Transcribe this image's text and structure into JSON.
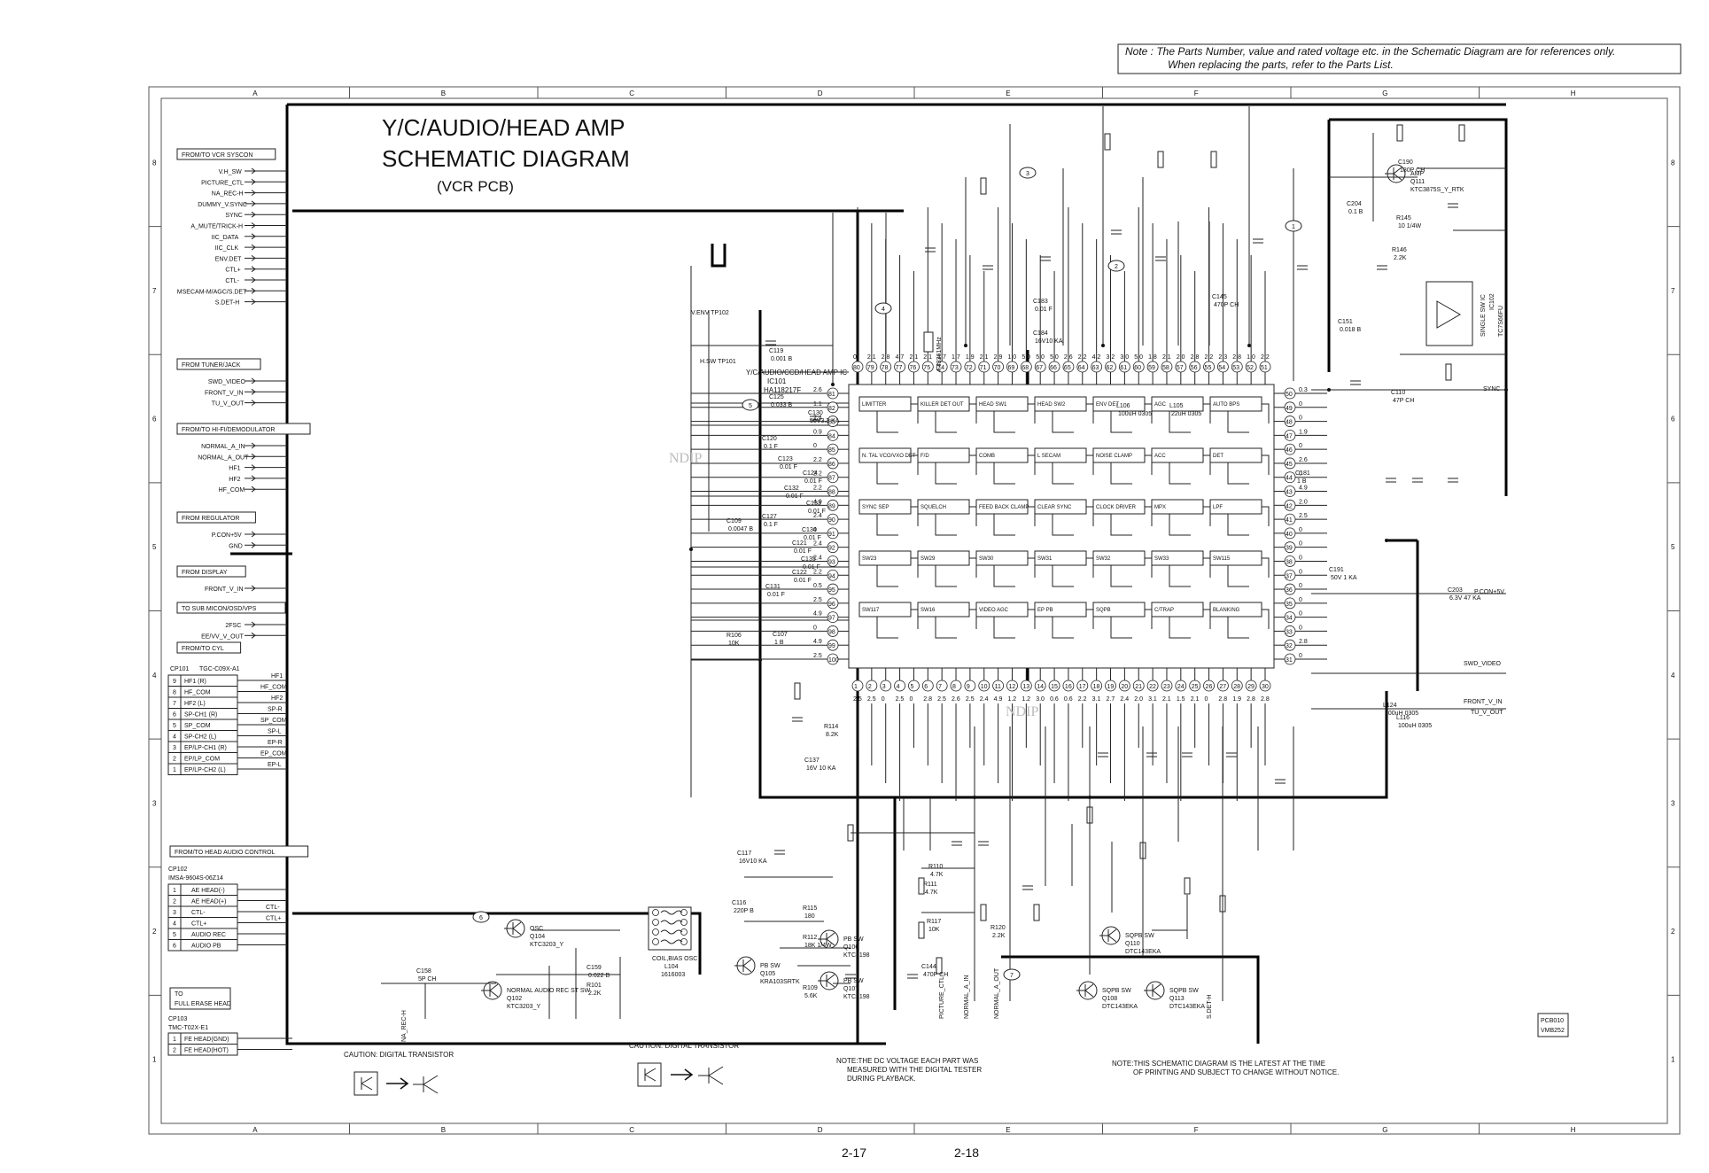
{
  "note": {
    "line1": "Note :   The Parts Number, value and rated voltage etc. in the Schematic Diagram are for references only.",
    "line2": "When replacing the parts, refer to the Parts List."
  },
  "title": {
    "main1": "Y/C/AUDIO/HEAD AMP",
    "main2": "SCHEMATIC DIAGRAM",
    "sub": "(VCR PCB)"
  },
  "grid": {
    "cols": [
      "A",
      "B",
      "C",
      "D",
      "E",
      "F",
      "G",
      "H"
    ],
    "rows": [
      "8",
      "7",
      "6",
      "5",
      "4",
      "3",
      "2",
      "1"
    ]
  },
  "connectors": [
    {
      "header": "FROM/TO VCR SYSCON",
      "signals": [
        "V.H_SW",
        "PICTURE_CTL",
        "NA_REC-H",
        "DUMMY_V.SYNC",
        "SYNC",
        "A_MUTE/TRICK-H",
        "IIC_DATA",
        "IIC_CLK",
        "ENV.DET",
        "CTL+",
        "CTL-",
        "MSECAM-M/AGC/S.DET",
        "S.DET-H"
      ]
    },
    {
      "header": "FROM TUNER/JACK",
      "signals": [
        "SWD_VIDEO",
        "FRONT_V_IN",
        "TU_V_OUT"
      ]
    },
    {
      "header": "FROM/TO HI-FI/DEMODULATOR",
      "signals": [
        "NORMAL_A_IN",
        "NORMAL_A_OUT",
        "HF1",
        "HF2",
        "HF_COM"
      ]
    },
    {
      "header": "FROM REGULATOR",
      "signals": [
        "P.CON+5V",
        "GND"
      ]
    },
    {
      "header": "FROM DISPLAY",
      "signals": [
        "FRONT_V_IN"
      ]
    },
    {
      "header": "TO SUB MICON/OSD/VPS",
      "signals": [
        "2FSC",
        "EE/VV_V_OUT"
      ]
    },
    {
      "header": "FROM/TO CYL",
      "signals": []
    }
  ],
  "cp101": {
    "name": "CP101",
    "part": "TGC-C09X-A1",
    "rows": [
      {
        "n": "9",
        "label": "HF1 (R)",
        "sig": "HF1"
      },
      {
        "n": "8",
        "label": "HF_COM",
        "sig": "HF_COM"
      },
      {
        "n": "7",
        "label": "HF2 (L)",
        "sig": "HF2"
      },
      {
        "n": "6",
        "label": "SP-CH1 (R)",
        "sig": "SP-R"
      },
      {
        "n": "5",
        "label": "SP_COM",
        "sig": "SP_COM"
      },
      {
        "n": "4",
        "label": "SP-CH2 (L)",
        "sig": "SP-L"
      },
      {
        "n": "3",
        "label": "EP/LP-CH1 (R)",
        "sig": "EP-R"
      },
      {
        "n": "2",
        "label": "EP/LP_COM",
        "sig": "EP_COM"
      },
      {
        "n": "1",
        "label": "EP/LP-CH2 (L)",
        "sig": "EP-L"
      }
    ]
  },
  "cp102": {
    "header": "FROM/TO HEAD AUDIO CONTROL",
    "name": "CP102",
    "part": "IMSA-9604S-06Z14",
    "rows": [
      {
        "n": "1",
        "label": "AE HEAD(-)"
      },
      {
        "n": "2",
        "label": "AE HEAD(+)"
      },
      {
        "n": "3",
        "label": "CTL-",
        "sig": "CTL-"
      },
      {
        "n": "4",
        "label": "CTL+",
        "sig": "CTL+"
      },
      {
        "n": "5",
        "label": "AUDIO REC"
      },
      {
        "n": "6",
        "label": "AUDIO PB"
      }
    ]
  },
  "cp103": {
    "header1": "TO",
    "header2": "FULL ERASE HEAD",
    "name": "CP103",
    "part": "TMC-T02X-E1",
    "rows": [
      {
        "n": "1",
        "label": "FE HEAD(GND)"
      },
      {
        "n": "2",
        "label": "FE HEAD(HOT)"
      }
    ]
  },
  "ic101": {
    "l1": "Y/C/AUDIO/CCD/HEAD AMP IC",
    "l2": "IC101",
    "l3": "HA118217F"
  },
  "ic_blocks": [
    "LIMITTER",
    "KILLER DET OUT",
    "HEAD SW1",
    "HEAD SW2",
    "ENV DET",
    "AGC",
    "AUTO BPS",
    "N. TAL VCO/VXO DET",
    "F/D",
    "COMB",
    "L SECAM",
    "NOISE CLAMP",
    "ACC",
    "DET",
    "SYNC SEP",
    "SQUELCH",
    "FEED BACK CLAMP",
    "CLEAR SYNC",
    "CLOCK DRIVER",
    "MPX",
    "LPF",
    "SW23",
    "SW29",
    "SW30",
    "SW31",
    "SW32",
    "SW33",
    "SW115",
    "SW117",
    "SW16",
    "VIDEO AGC",
    "EP PB",
    "SQPB",
    "C/TRAP",
    "BLANKING"
  ],
  "parts": [
    {
      "ref": "C119",
      "val": "0.001 B"
    },
    {
      "ref": "C125",
      "val": "0.033 B"
    },
    {
      "ref": "C130",
      "val": "50V3.3 KA"
    },
    {
      "ref": "C120",
      "val": "0.1 F"
    },
    {
      "ref": "C123",
      "val": "0.01 F"
    },
    {
      "ref": "C124",
      "val": "0.01 F"
    },
    {
      "ref": "C132",
      "val": "0.01 F"
    },
    {
      "ref": "C127",
      "val": "0.1 F"
    },
    {
      "ref": "C133",
      "val": "0.01 F"
    },
    {
      "ref": "C134",
      "val": "0.01 F"
    },
    {
      "ref": "C121",
      "val": "0.01 F"
    },
    {
      "ref": "C135",
      "val": "0.01 F"
    },
    {
      "ref": "C122",
      "val": "0.01 F"
    },
    {
      "ref": "C131",
      "val": "0.01 F"
    },
    {
      "ref": "C107",
      "val": "1 B"
    },
    {
      "ref": "C117",
      "val": "16V10 KA"
    },
    {
      "ref": "C116",
      "val": "220P B"
    },
    {
      "ref": "C137",
      "val": "16V 10 KA"
    },
    {
      "ref": "R114",
      "val": "8.2K"
    },
    {
      "ref": "R115",
      "val": "180"
    },
    {
      "ref": "R112",
      "val": "18K 1/4W"
    },
    {
      "ref": "R109",
      "val": "5.6K"
    },
    {
      "ref": "R110",
      "val": "4.7K"
    },
    {
      "ref": "R111",
      "val": "4.7K"
    },
    {
      "ref": "R117",
      "val": "10K"
    },
    {
      "ref": "C144",
      "val": "470P CH"
    },
    {
      "ref": "R120",
      "val": "2.2K"
    },
    {
      "ref": "C145",
      "val": "470P CH"
    },
    {
      "ref": "C151",
      "val": "0.018 B"
    },
    {
      "ref": "C110",
      "val": "47P CH"
    },
    {
      "ref": "C190",
      "val": "180P CH"
    },
    {
      "ref": "R145",
      "val": "10 1/4W"
    },
    {
      "ref": "R146",
      "val": "2.2K"
    },
    {
      "ref": "C204",
      "val": "0.1 B"
    },
    {
      "ref": "C203",
      "val": "6.3V 47 KA"
    },
    {
      "ref": "L124",
      "val": "100uH 0305"
    },
    {
      "ref": "L116",
      "val": "100uH 0305"
    },
    {
      "ref": "C181",
      "val": "1 B"
    },
    {
      "ref": "C191",
      "val": "50V 1 KA"
    },
    {
      "ref": "C183",
      "val": "0.01 F"
    },
    {
      "ref": "C184",
      "val": "16V10 KA"
    },
    {
      "ref": "C158",
      "val": "5P CH"
    },
    {
      "ref": "C159",
      "val": "0.022 B"
    },
    {
      "ref": "R101",
      "val": "2.2K"
    },
    {
      "ref": "R106",
      "val": "10K"
    },
    {
      "ref": "C109",
      "val": "0.0047 B"
    },
    {
      "ref": "L106",
      "val": "100uH 0305"
    },
    {
      "ref": "L105",
      "val": "22uH 0305"
    }
  ],
  "transistors": [
    {
      "ref": "Q111",
      "l1": "AMP",
      "l2": "KTC3875S_Y_RTK"
    },
    {
      "ref": "Q104",
      "l1": "OSC",
      "l2": "KTC3203_Y"
    },
    {
      "ref": "Q102",
      "l1": "NORMAL AUDIO REC ST SW",
      "l2": "KTC3203_Y"
    },
    {
      "ref": "Q105",
      "l1": "PB SW",
      "l2": "KRA103SRTK"
    },
    {
      "ref": "Q106",
      "l1": "PB SW",
      "l2": "KTC3198"
    },
    {
      "ref": "Q107",
      "l1": "PB SW",
      "l2": "KTC3198"
    },
    {
      "ref": "Q110",
      "l1": "SQPB SW",
      "l2": "DTC143EKA"
    },
    {
      "ref": "Q108",
      "l1": "SQPB SW",
      "l2": "DTC143EKA"
    },
    {
      "ref": "Q113",
      "l1": "SQPB SW",
      "l2": "DTC143EKA"
    }
  ],
  "misc": {
    "ic102_l1": "SINGLE SW IC",
    "ic102_l2": "IC102",
    "ic102_l3": "TC7S66FU",
    "l104_l1": "COIL,BIAS OSC",
    "l104_l2": "L104",
    "l104_l3": "1616003",
    "x101": "4.43361MHz",
    "tp102": "V.ENV TP102",
    "tp101": "H.SW TP101",
    "ndip1": "NDIP",
    "ndip2": "NDIP",
    "sync": "SYNC",
    "swd_video": "SWD_VIDEO",
    "front_v_in": "FRONT_V_IN",
    "tu_v_out": "TU_V_OUT",
    "pcon": "P.CON+5V",
    "na_rec": "NA_REC-H",
    "picture_ctl": "PICTURE_CTL",
    "normal_a_in": "NORMAL_A_IN",
    "normal_a_out": "NORMAL_A_OUT",
    "s_det": "S.DET-H",
    "pcb1": "PCB010",
    "pcb2": "VMB252"
  },
  "cautions": [
    "CAUTION: DIGITAL TRANSISTOR",
    "CAUTION: DIGITAL TRANSISTOR"
  ],
  "note_dc": {
    "l1": "NOTE:THE DC VOLTAGE EACH PART WAS",
    "l2": "MEASURED WITH THE DIGITAL TESTER",
    "l3": "DURING PLAYBACK."
  },
  "note_latest": {
    "l1": "NOTE:THIS SCHEMATIC DIAGRAM IS THE LATEST AT THE TIME",
    "l2": "OF PRINTING AND SUBJECT TO CHANGE WITHOUT NOTICE."
  },
  "pages": [
    "2-17",
    "2-18"
  ],
  "markers": [
    "1",
    "2",
    "3",
    "4",
    "5",
    "6",
    "7"
  ],
  "ic_top_pins": [
    "80",
    "79",
    "78",
    "77",
    "76",
    "75",
    "74",
    "73",
    "72",
    "71",
    "70",
    "69",
    "68",
    "67",
    "66",
    "65",
    "64",
    "63",
    "62",
    "61",
    "60",
    "59",
    "58",
    "57",
    "56",
    "55",
    "54",
    "53",
    "52",
    "51"
  ],
  "ic_top_volts": [
    "0",
    "2.1",
    "2.8",
    "4.7",
    "2.1",
    "2.1",
    "1.7",
    "1.7",
    "1.9",
    "2.1",
    "2.9",
    "1.0",
    "5.0",
    "5.0",
    "5.0",
    "2.6",
    "2.2",
    "4.2",
    "3.2",
    "3.0",
    "5.0",
    "1.8",
    "2.1",
    "2.0",
    "2.8",
    "2.2",
    "2.3",
    "2.8",
    "1.0",
    "2.2"
  ],
  "ic_bottom_pins": [
    "1",
    "2",
    "3",
    "4",
    "5",
    "6",
    "7",
    "8",
    "9",
    "10",
    "11",
    "12",
    "13",
    "14",
    "15",
    "16",
    "17",
    "18",
    "19",
    "20",
    "21",
    "22",
    "23",
    "24",
    "25",
    "26",
    "27",
    "28",
    "29",
    "30"
  ],
  "ic_bottom_volts": [
    "2.5",
    "2.5",
    "0",
    "2.5",
    "0",
    "2.8",
    "2.5",
    "2.6",
    "2.5",
    "2.4",
    "4.9",
    "1.2",
    "1.2",
    "3.0",
    "0.6",
    "0.6",
    "2.2",
    "3.1",
    "2.7",
    "2.4",
    "2.0",
    "3.1",
    "2.1",
    "1.5",
    "2.1",
    "0",
    "2.8",
    "1.9",
    "2.8",
    "2.8"
  ],
  "ic_left_pins": [
    "81",
    "82",
    "83",
    "84",
    "85",
    "86",
    "87",
    "88",
    "89",
    "90",
    "91",
    "92",
    "93",
    "94",
    "95",
    "96",
    "97",
    "98",
    "99",
    "100"
  ],
  "ic_left_volts": [
    "2.6",
    "1.1",
    "2.4",
    "0.9",
    "0",
    "2.2",
    "2.2",
    "2.2",
    "4.9",
    "2.4",
    "0",
    "2.4",
    "2.4",
    "2.2",
    "0.5",
    "2.5",
    "4.9",
    "0",
    "4.9",
    "2.5"
  ],
  "ic_right_pins": [
    "50",
    "49",
    "48",
    "47",
    "46",
    "45",
    "44",
    "43",
    "42",
    "41",
    "40",
    "39",
    "38",
    "37",
    "36",
    "35",
    "34",
    "33",
    "32",
    "31"
  ],
  "ic_right_volts": [
    "0.3",
    "0",
    "0",
    "1.9",
    "0",
    "2.6",
    "0",
    "4.9",
    "2.0",
    "2.5",
    "0",
    "0",
    "0",
    "0",
    "0",
    "0",
    "0",
    "0",
    "2.8",
    "0"
  ]
}
